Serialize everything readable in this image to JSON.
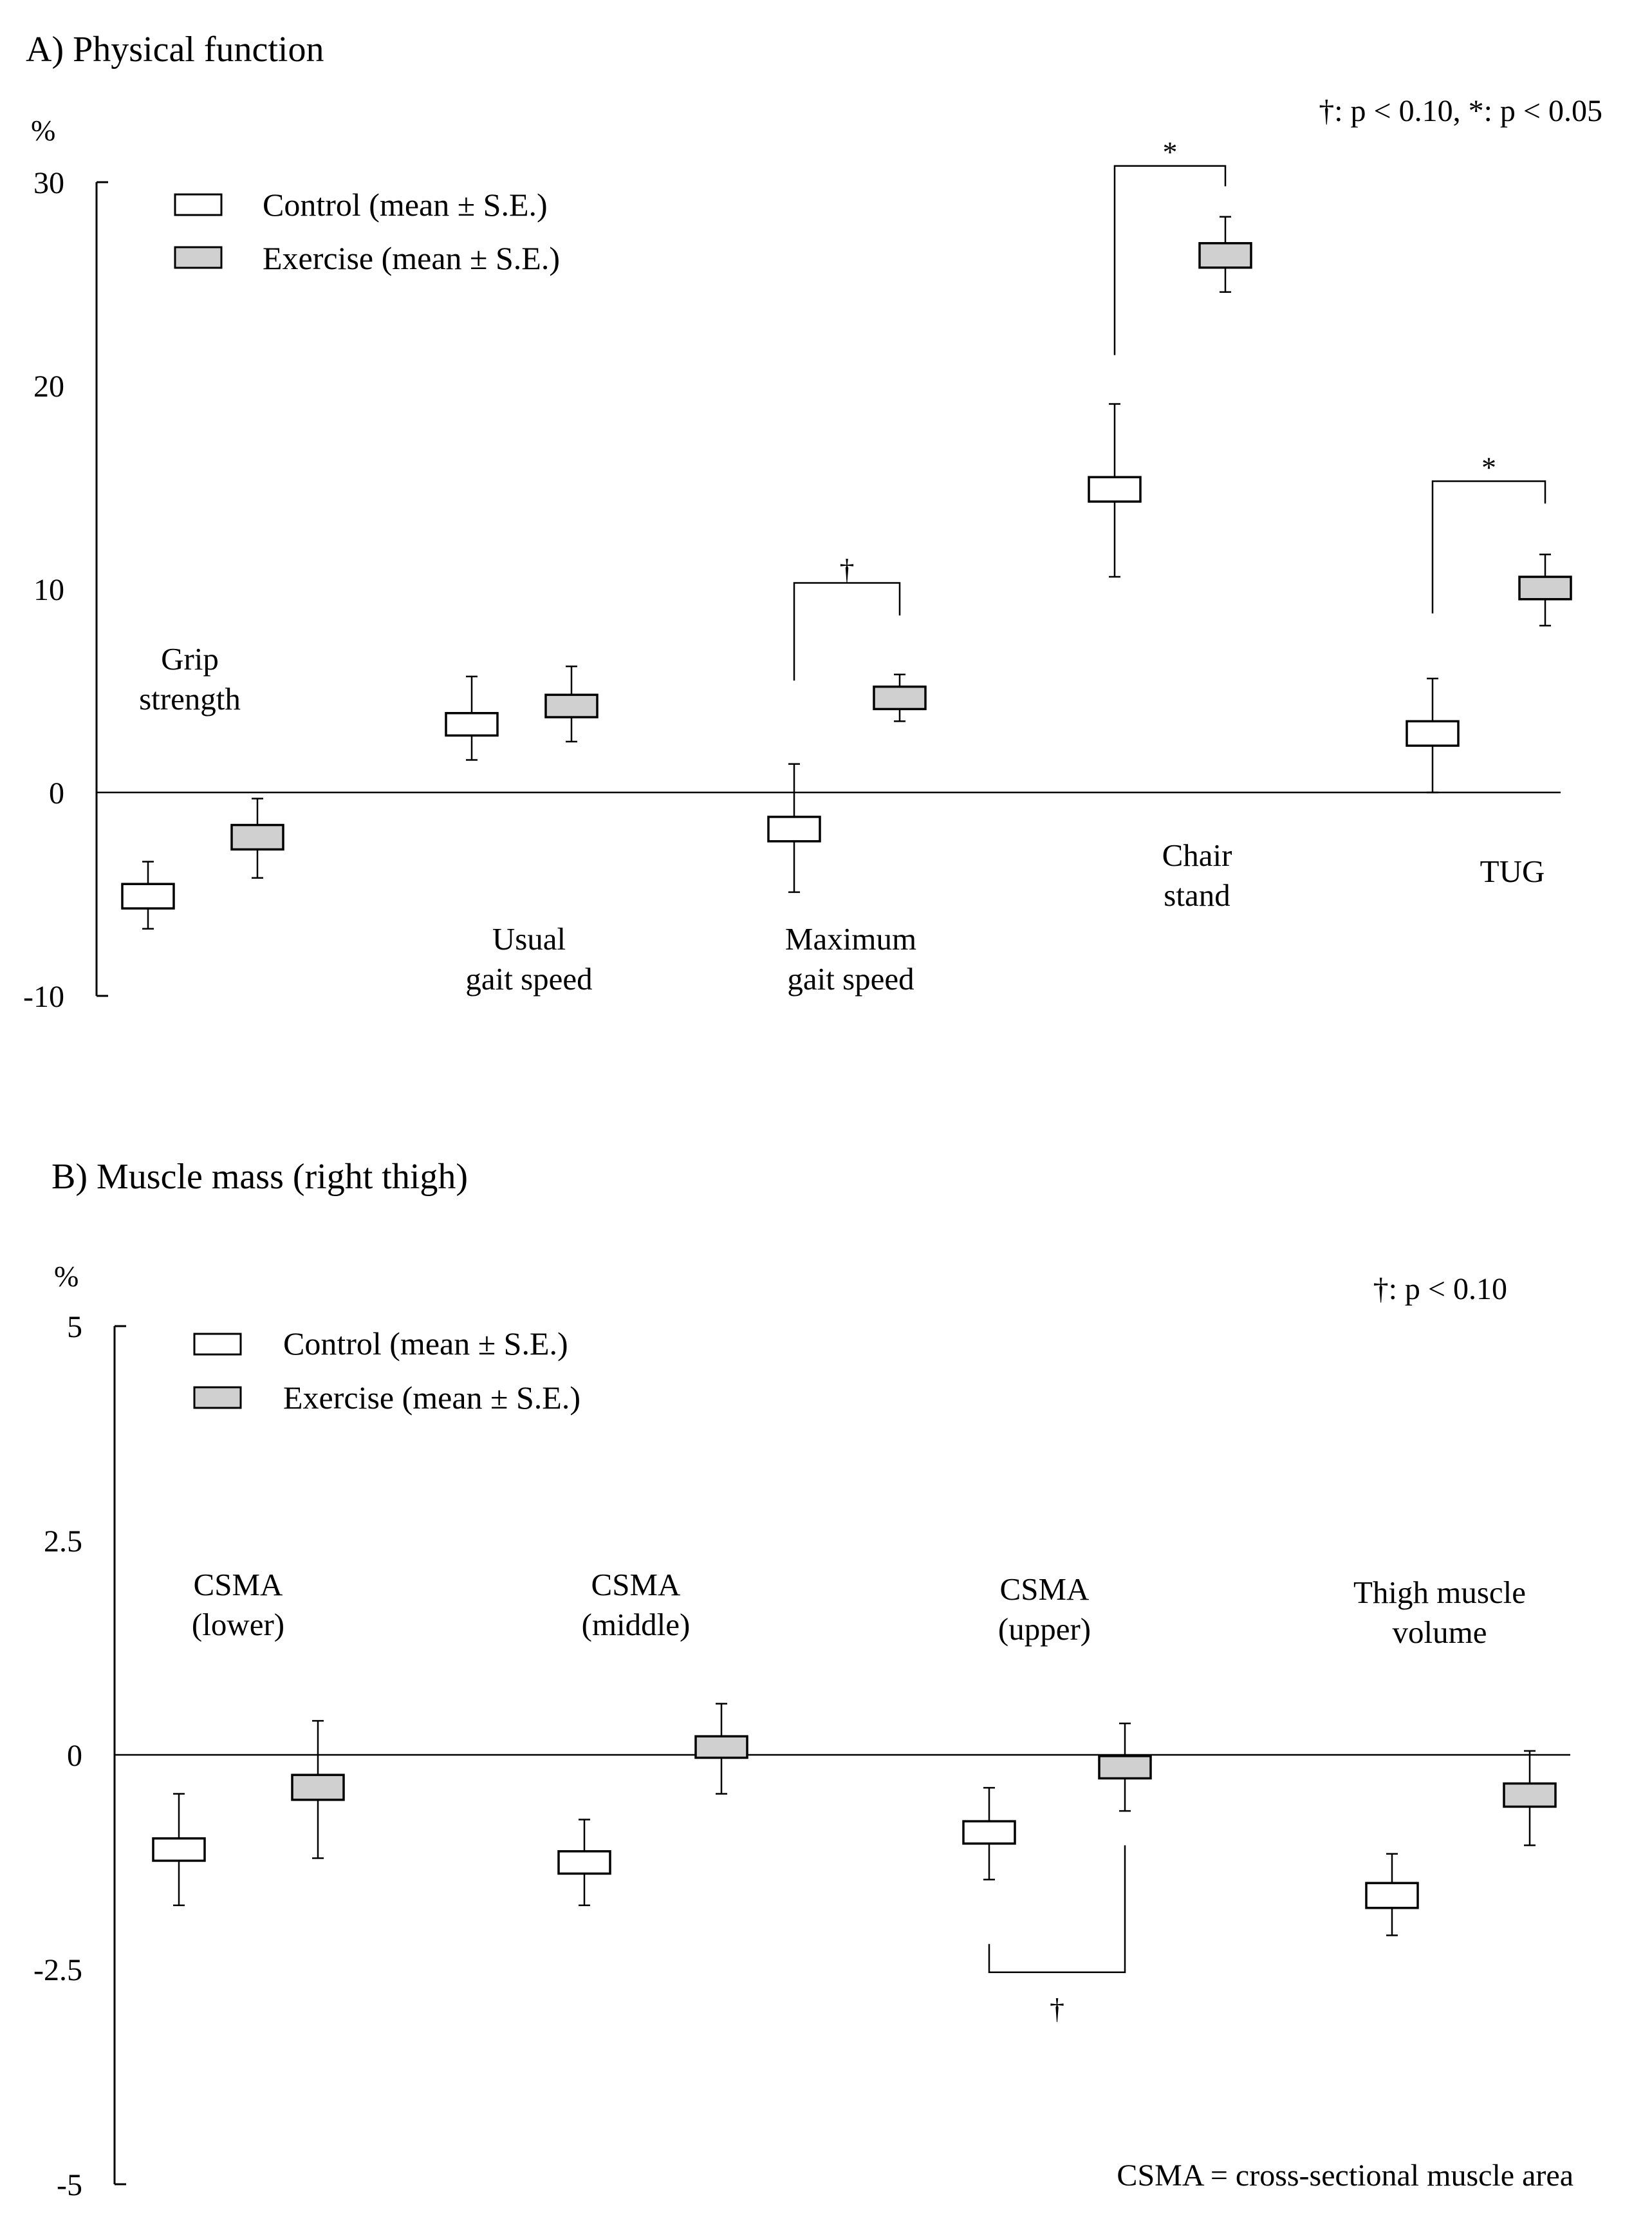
{
  "notes": {
    "csma_definition": "CSMA = cross-sectional muscle area"
  },
  "chart_data": [
    {
      "type": "box",
      "title": "A) Physical function",
      "ylabel": "%",
      "ylim": [
        -10,
        30
      ],
      "yticks": [
        "30",
        "20",
        "10",
        "0",
        "-10"
      ],
      "significance_note": "†: p < 0.10, *: p < 0.05",
      "legend": [
        {
          "label": "Control (mean ± S.E.)",
          "color": "#ffffff"
        },
        {
          "label": "Exercise (mean ± S.E.)",
          "color": "#d0d0d0"
        }
      ],
      "categories": [
        "Grip\nstrength",
        "Usual\ngait speed",
        "Maximum\ngait speed",
        "Chair\nstand",
        "TUG"
      ],
      "series": [
        {
          "name": "Control (mean ± S.E.)",
          "color": "#ffffff",
          "mean": [
            -5.1,
            3.3,
            -1.8,
            14.9,
            2.9
          ],
          "box_low": [
            -5.7,
            2.8,
            -2.4,
            14.3,
            2.3
          ],
          "box_high": [
            -4.5,
            3.9,
            -1.2,
            15.5,
            3.5
          ],
          "sd_low": [
            -6.7,
            1.6,
            -4.9,
            10.6,
            0.0
          ],
          "sd_high": [
            -3.4,
            5.7,
            1.4,
            19.1,
            5.6
          ]
        },
        {
          "name": "Exercise (mean ± S.E.)",
          "color": "#d0d0d0",
          "mean": [
            -2.2,
            4.3,
            4.6,
            26.4,
            10.1
          ],
          "box_low": [
            -2.8,
            3.7,
            4.1,
            25.8,
            9.5
          ],
          "box_high": [
            -1.6,
            4.8,
            5.2,
            27.0,
            10.6
          ],
          "sd_low": [
            -4.2,
            2.5,
            3.5,
            24.6,
            8.2
          ],
          "sd_high": [
            -0.3,
            6.2,
            5.8,
            28.3,
            11.7
          ]
        }
      ],
      "significance": [
        {
          "category": 2,
          "marker": "†",
          "left_y": 5.5,
          "top_y": 10.3,
          "right_y": 8.7,
          "label_y": 11.0
        },
        {
          "category": 3,
          "marker": "*",
          "left_y": 21.5,
          "top_y": 30.8,
          "right_y": 29.8,
          "label_y": 31.5
        },
        {
          "category": 4,
          "marker": "*",
          "left_y": 8.8,
          "top_y": 15.3,
          "right_y": 14.2,
          "label_y": 16.0
        }
      ]
    },
    {
      "type": "box",
      "title": "B) Muscle mass (right thigh)",
      "ylabel": "%",
      "ylim": [
        -5,
        5
      ],
      "yticks": [
        "5",
        "2.5",
        "0",
        "-2.5",
        "-5"
      ],
      "significance_note": "†: p < 0.10",
      "legend": [
        {
          "label": "Control (mean ± S.E.)",
          "color": "#ffffff"
        },
        {
          "label": "Exercise (mean ± S.E.)",
          "color": "#d0d0d0"
        }
      ],
      "categories": [
        "CSMA\n(lower)",
        "CSMA\n(middle)",
        "CSMA\n(upper)",
        "Thigh muscle\nvolume"
      ],
      "series": [
        {
          "name": "Control (mean ± S.E.)",
          "color": "#ffffff",
          "mean": [
            -1.1,
            -1.25,
            -0.9,
            -1.6
          ],
          "box_low": [
            -1.23,
            -1.38,
            -1.03,
            -1.78
          ],
          "box_high": [
            -0.97,
            -1.12,
            -0.77,
            -1.49
          ],
          "sd_low": [
            -1.75,
            -1.75,
            -1.45,
            -2.1
          ],
          "sd_high": [
            -0.45,
            -0.75,
            -0.38,
            -1.15
          ]
        },
        {
          "name": "Exercise (mean ± S.E.)",
          "color": "#d0d0d0",
          "mean": [
            -0.37,
            0.08,
            -0.14,
            -0.46
          ],
          "box_low": [
            -0.52,
            -0.03,
            -0.27,
            -0.6
          ],
          "box_high": [
            -0.23,
            0.22,
            -0.01,
            -0.33
          ],
          "sd_low": [
            -1.2,
            -0.45,
            -0.65,
            -1.05
          ],
          "sd_high": [
            0.4,
            0.6,
            0.37,
            0.05
          ]
        }
      ],
      "significance": [
        {
          "category": 2,
          "marker": "†",
          "left_y": -2.2,
          "bottom_y": -2.53,
          "right_y": -1.05,
          "label_y": -2.95
        }
      ]
    }
  ]
}
